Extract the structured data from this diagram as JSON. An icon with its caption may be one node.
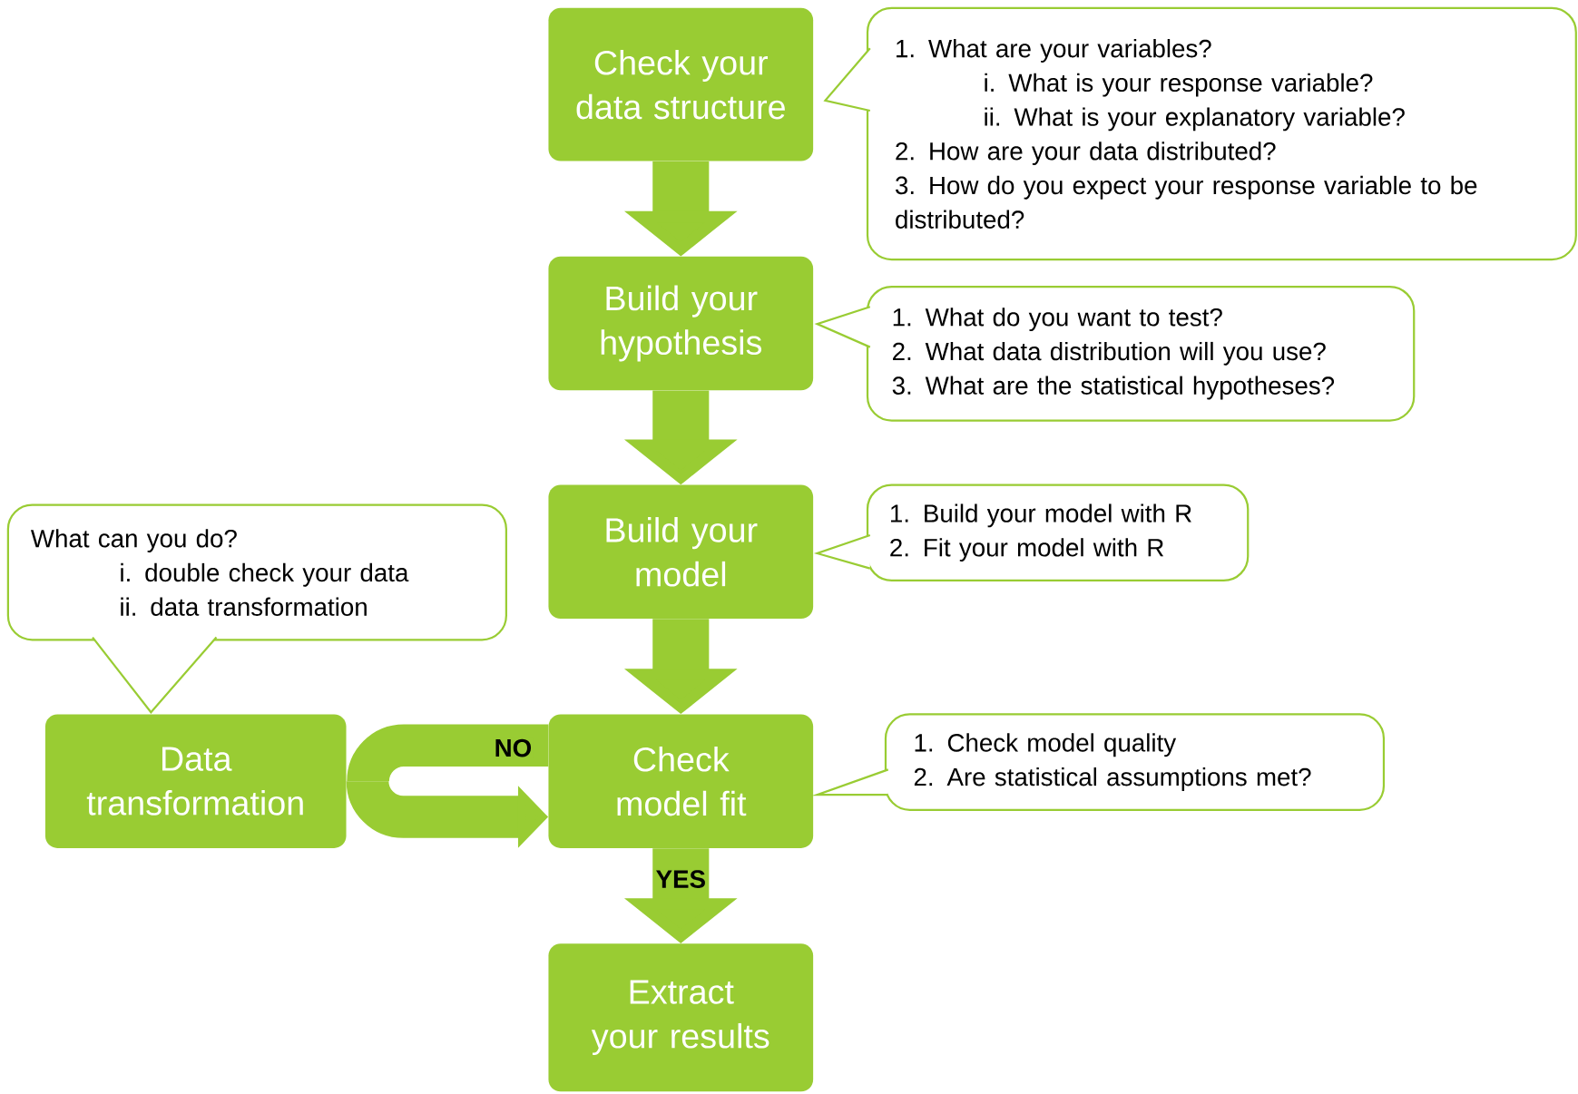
{
  "diagram": {
    "nodes": [
      {
        "text": [
          "Check your data structure"
        ]
      },
      {
        "text": [
          "1. What are your variables?",
          "i. What is your response variable?",
          "ii. What is your explanatory variable?",
          "2. How are your data distributed?",
          "3. How do you expect your response variable to be distributed?"
        ]
      },
      {
        "text": [
          "Build your hypothesis"
        ]
      },
      {
        "text": [
          "1. What do you want to test?",
          "2. What data distribution will you use?",
          "3. What are the statistical hypotheses?"
        ]
      },
      {
        "text": [
          "Build your model"
        ]
      },
      {
        "text": [
          "1. Build your model with R",
          "2. Fit your model with R"
        ]
      },
      {
        "text": [
          "What can you do?",
          "i. double check your data",
          "ii. data transformation"
        ]
      },
      {
        "text": [
          "Data transformation"
        ]
      },
      {
        "text": [
          "Check model fit"
        ]
      },
      {
        "text": [
          "1. Check model quality",
          "2. Are statistical assumptions met?"
        ]
      },
      {
        "text": [
          "Extract your results"
        ]
      }
    ],
    "edges": [
      {
        "from": 0,
        "to": 2,
        "arrow": "to"
      },
      {
        "from": 2,
        "to": 4,
        "arrow": "to"
      },
      {
        "from": 4,
        "to": 8,
        "arrow": "to"
      },
      {
        "from": 8,
        "to": 10,
        "arrow": "to",
        "label": "YES"
      },
      {
        "from": 8,
        "to": 7,
        "arrow": "none",
        "label": "NO"
      },
      {
        "from": 7,
        "to": 8,
        "arrow": "to"
      }
    ]
  }
}
